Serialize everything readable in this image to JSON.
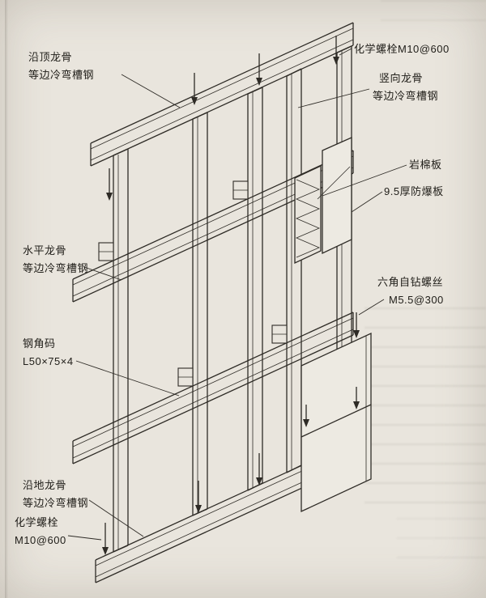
{
  "drawing": {
    "kind": "construction-detail-axonometric",
    "paper_color": "#e9e5dd",
    "ink_color": "#2e2b26"
  },
  "labels": {
    "chem_bolt_top": {
      "line1": "化学螺栓M10@600"
    },
    "ceiling_track": {
      "line1": "沿顶龙骨",
      "line2": "等边冷弯槽钢"
    },
    "vertical_stud": {
      "line1": "竖向龙骨",
      "line2": "等边冷弯槽钢"
    },
    "rockwool": {
      "line1": "岩棉板"
    },
    "blast_board": {
      "line1": "9.5厚防爆板"
    },
    "horizontal_keel": {
      "line1": "水平龙骨",
      "line2": "等边冷弯槽钢"
    },
    "screw": {
      "line1": "六角自钻螺丝",
      "line2": "M5.5@300"
    },
    "angle_bracket": {
      "line1": "钢角码",
      "line2": "L50×75×4"
    },
    "floor_track": {
      "line1": "沿地龙骨",
      "line2": "等边冷弯槽钢"
    },
    "chem_bolt_bottom": {
      "line1": "化学螺栓",
      "line2": "M10@600"
    }
  }
}
